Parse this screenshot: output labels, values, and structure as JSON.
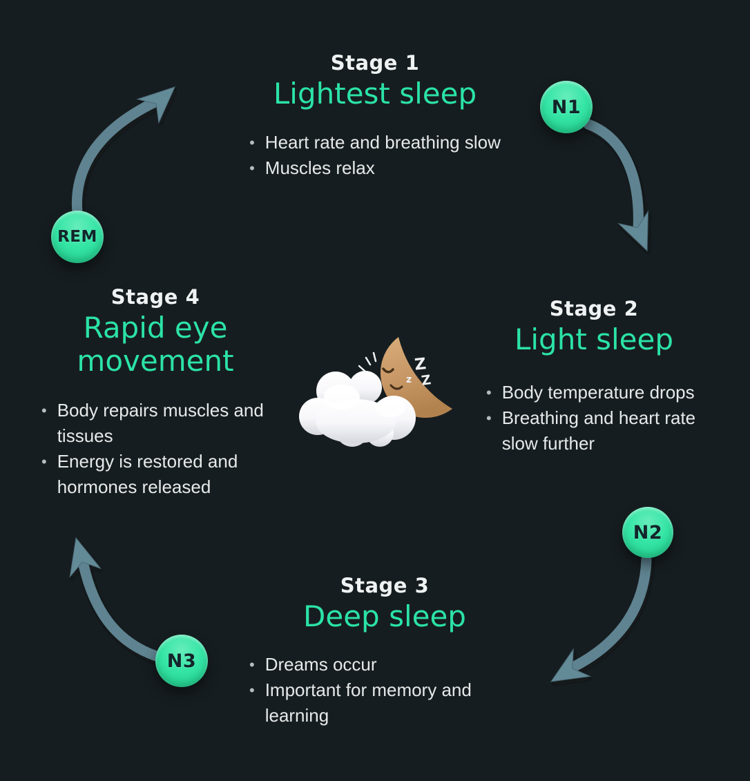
{
  "title": "Sleep cycle stages infographic",
  "bullet_marker": "•",
  "colors": {
    "background": "#161d20",
    "accent_teal": "#2be3a6",
    "heading_white": "#eef2f2",
    "body_text": "#e6e9e9",
    "arrow_slate": "#5e8390",
    "badge_green": "#2fe3a3",
    "badge_text": "#13252a",
    "moon_tan": "#c99a66",
    "cloud_white": "#ffffff"
  },
  "stages": [
    {
      "label": "Stage 1",
      "title": "Lightest sleep",
      "badge": "N1",
      "bullets": [
        "Heart rate and breathing slow",
        "Muscles relax"
      ]
    },
    {
      "label": "Stage 2",
      "title": "Light sleep",
      "badge": "N2",
      "bullets": [
        "Body temperature drops",
        "Breathing and heart rate slow further"
      ]
    },
    {
      "label": "Stage 3",
      "title": "Deep sleep",
      "badge": "N3",
      "bullets": [
        "Dreams occur",
        "Important for memory and learning"
      ]
    },
    {
      "label": "Stage 4",
      "title": "Rapid eye movement",
      "badge": "REM",
      "bullets": [
        "Body repairs muscles and tissues",
        "Energy is restored and hormones released"
      ]
    }
  ],
  "center": {
    "illustration": "sleeping-crescent-moon-behind-cloud",
    "zzz": [
      "Z",
      "z",
      "Z"
    ]
  }
}
